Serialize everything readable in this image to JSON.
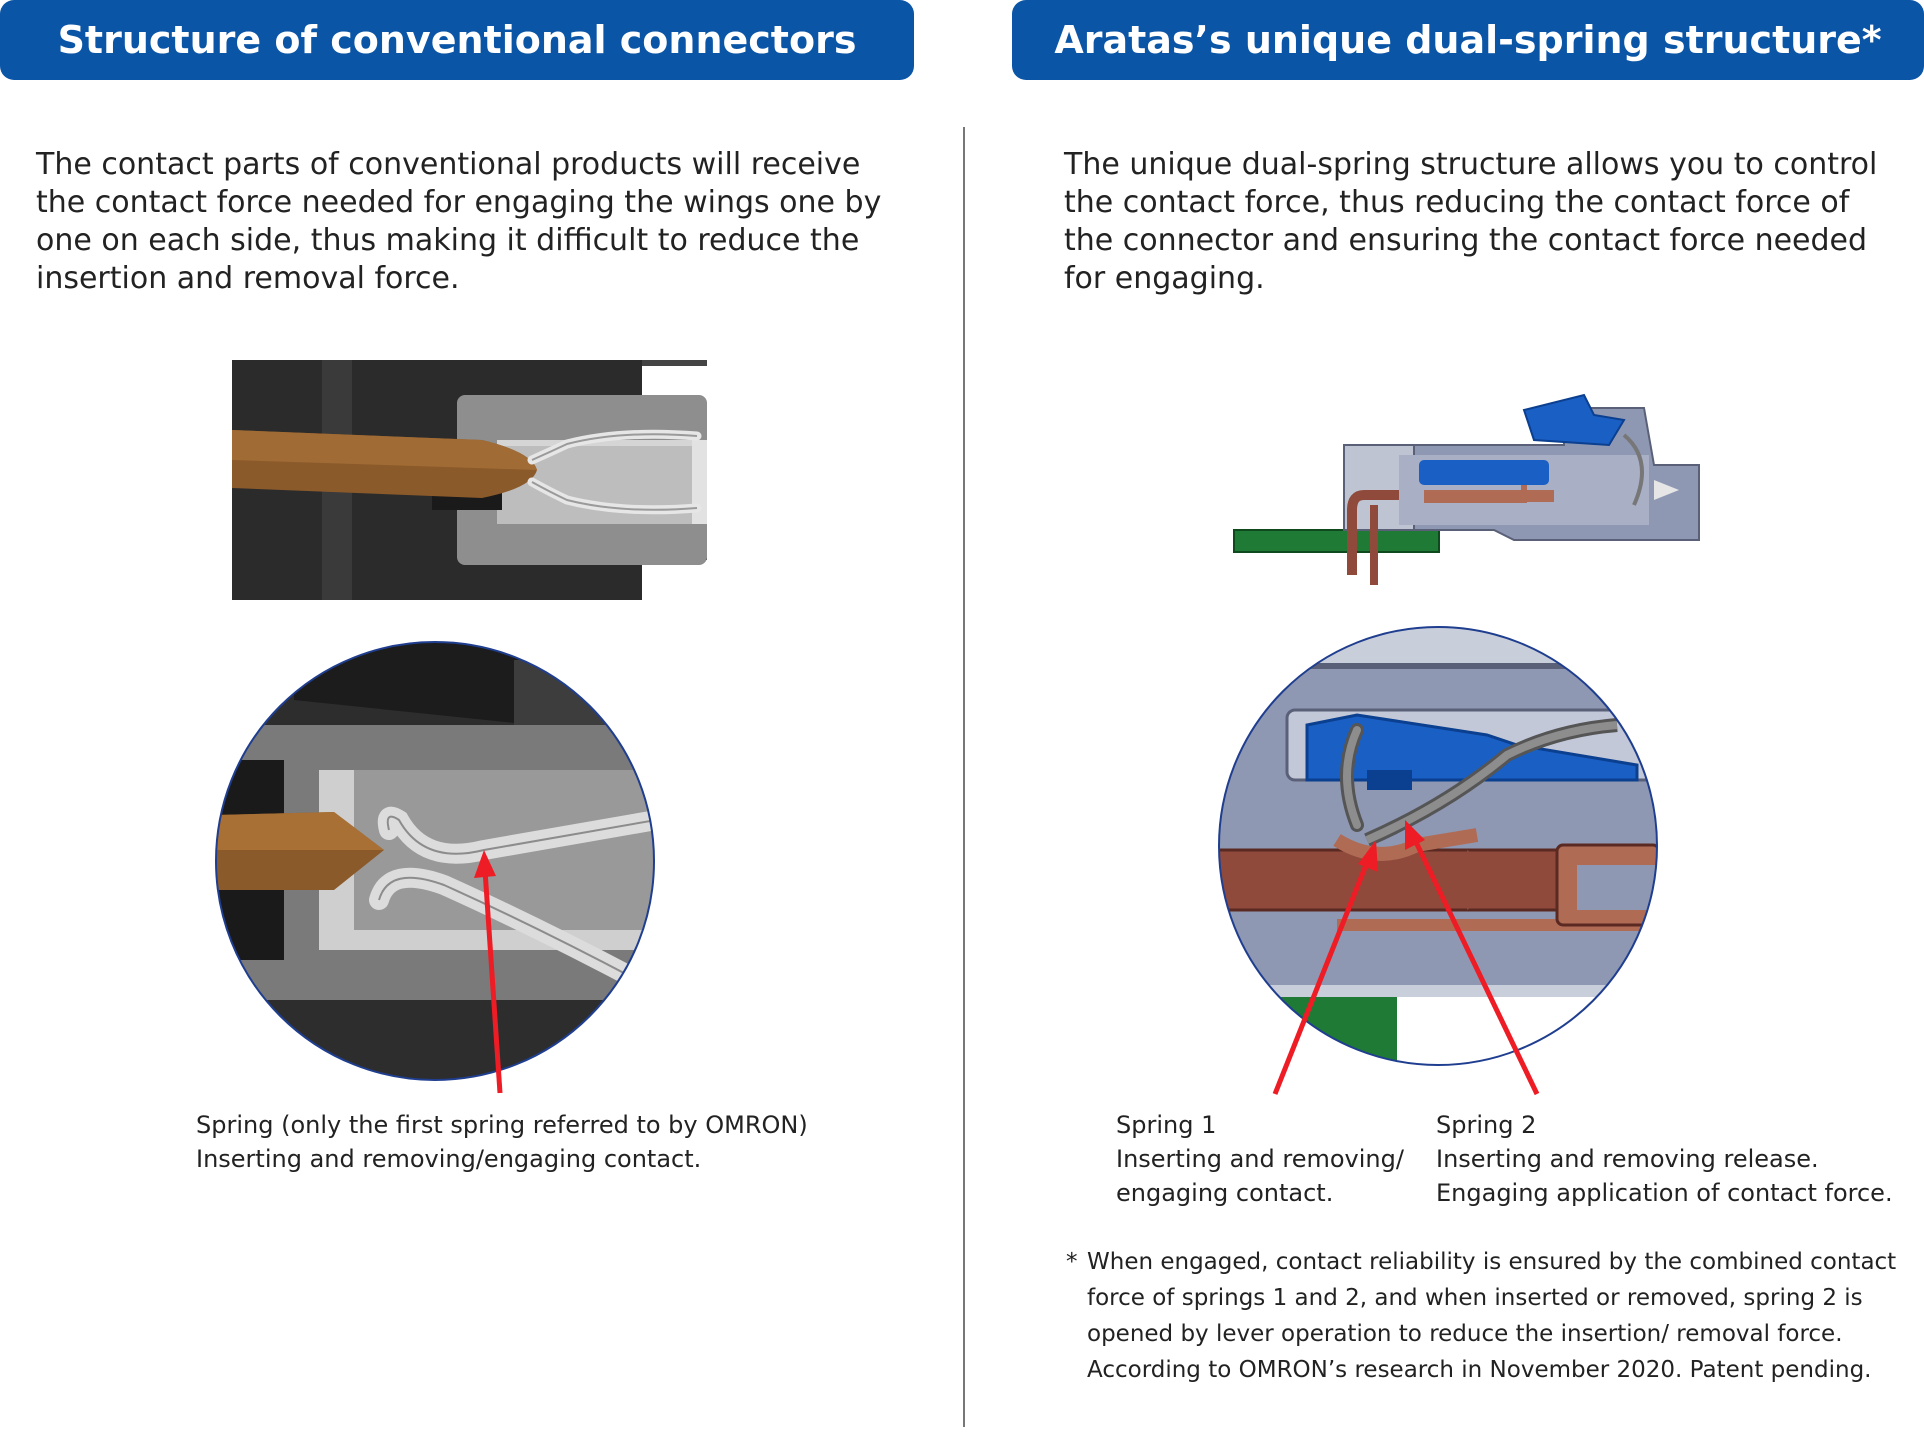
{
  "left_panel": {
    "title": "Structure of conventional connectors",
    "intro": "The contact parts of conventional products will receive the contact force needed for engaging the wings one by one on each side, thus making it difficult to reduce the insertion and removal force.",
    "caption_line1": "Spring (only the first spring referred to by OMRON)",
    "caption_line2": "Inserting and removing/engaging contact."
  },
  "right_panel": {
    "title": "Aratas’s unique dual-spring structure*",
    "intro": "The unique dual-spring structure allows you to control the contact force, thus reducing the contact force of the connector and ensuring the contact force needed for engaging.",
    "spring1_line1": "Spring 1",
    "spring1_line2": "Inserting and removing/",
    "spring1_line3": "engaging contact.",
    "spring2_line1": "Spring 2",
    "spring2_line2": "Inserting and removing release.",
    "spring2_line3": "Engaging application of contact force.",
    "footnote_mark": "*",
    "footnote_text": "When engaged, contact reliability is ensured by the combined contact force of springs 1 and 2, and when inserted or removed, spring 2 is opened by lever operation to reduce the insertion/ removal force. According to OMRON’s research in November 2020. Patent pending."
  },
  "colors": {
    "header_blue": "#0b55a6",
    "arrow_red": "#ee1c25",
    "pin_brown": "#8b5a2b",
    "contact_copper": "#8f4a3c",
    "lever_blue": "#1a5fc4",
    "pcb_green": "#1e7a34"
  }
}
